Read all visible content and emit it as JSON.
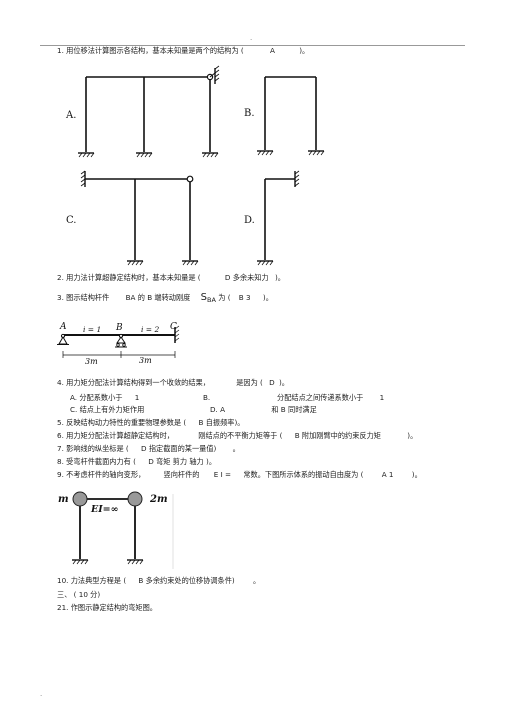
{
  "page": {
    "top_dot": ".",
    "bottom_dot": "."
  },
  "q1": {
    "text": "1. 用位移法计算图示各结构，基本未知量是两个的结构为 (",
    "answer": "A",
    "tail": ")。",
    "labels": {
      "a": "A.",
      "b": "B.",
      "c": "C.",
      "d": "D."
    }
  },
  "q2": {
    "text": "2.  用力法计算超静定结构时，基本未知量是 (",
    "answer": "D 多余未知力",
    "tail": ")。"
  },
  "q3": {
    "text_pre": "3.  图示结构杆件",
    "ba": "BA 的",
    "text_mid": "B 端转动刚度",
    "s": "S",
    "sub": "BA",
    "wei": "为 (",
    "answer": "B 3",
    "tail": ")。",
    "beam": {
      "a": "A",
      "b": "B",
      "c": "C",
      "i1": "i = 1",
      "i2": "i = 2",
      "len1": "3m",
      "len2": "3m"
    }
  },
  "q4": {
    "text": "4.   用力矩分配法计算结构得到一个收敛的结果，",
    "text2": "是因为 (",
    "answer": "D",
    "tail": ")。",
    "opt_a": "A.  分配系数小于",
    "opt_a_val": "1",
    "opt_b": "B.",
    "opt_b_text": "分配结点之间传递系数小于",
    "opt_b_val": "1",
    "opt_c": "C.  结点上有外力矩作用",
    "opt_d": "D. A",
    "opt_d_tail": "和 B  同时满足"
  },
  "q5": {
    "text": "5.  反映结构动力特性的重要物理参数是 (",
    "answer": "B 自振频率)。"
  },
  "q6": {
    "text": "6.  用力矩分配法计算超静定结构时，",
    "text2": "刚结点的不平衡力矩等于 (",
    "answer": "B 附加刚臂中的约束反力矩",
    "tail": ")。"
  },
  "q7": {
    "text": "7.  影响线的纵坐标是 (",
    "answer": "D 指定截面的某一量值)",
    "tail": "。"
  },
  "q8": {
    "text": "8.  受弯杆件截面内力有 (",
    "answer": "D   弯矩   剪力   轴力 )。"
  },
  "q9": {
    "text": "9.  不考虑杆件的轴向变形，",
    "text2": "竖向杆件的",
    "ei": "E I =",
    "text3": "常数。下图所示体系的振动自由度为 (",
    "answer": "A  1",
    "tail": ")。",
    "frame": {
      "m_left": "m",
      "m_right": "2m",
      "ei_label": "EI=∞"
    }
  },
  "q10": {
    "text": "10.   力法典型方程是 (",
    "answer": "B     多余约束处的位移协调条件)",
    "tail": "。"
  },
  "sec3": {
    "text": "三、 ( 10 分)"
  },
  "q21": {
    "text": "21. 作图示静定结构的弯矩图。"
  }
}
